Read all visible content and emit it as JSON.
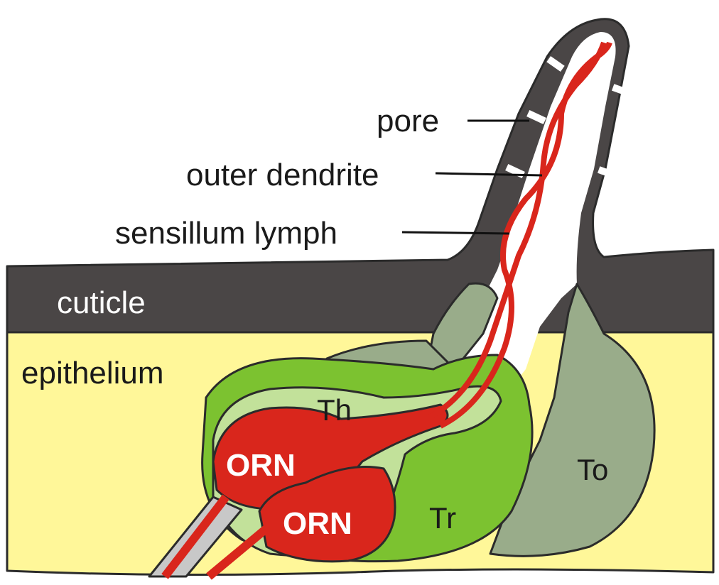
{
  "labels": {
    "pore": "pore",
    "outer_dendrite": "outer dendrite",
    "sensillum_lymph": "sensillum lymph",
    "cuticle": "cuticle",
    "epithelium": "epithelium",
    "thecogen": "Th",
    "trichogen": "Tr",
    "tormogen": "To",
    "orn_1": "ORN",
    "orn_2": "ORN"
  },
  "colors": {
    "cuticle": "#4a4646",
    "epithelium": "#fff799",
    "sensillum_lymph": "#ffffff",
    "tormogen": "#99ac8a",
    "trichogen": "#7cc230",
    "thecogen": "#c2e19a",
    "orn": "#d9261c",
    "axon_sheath": "#c8c8c8"
  }
}
